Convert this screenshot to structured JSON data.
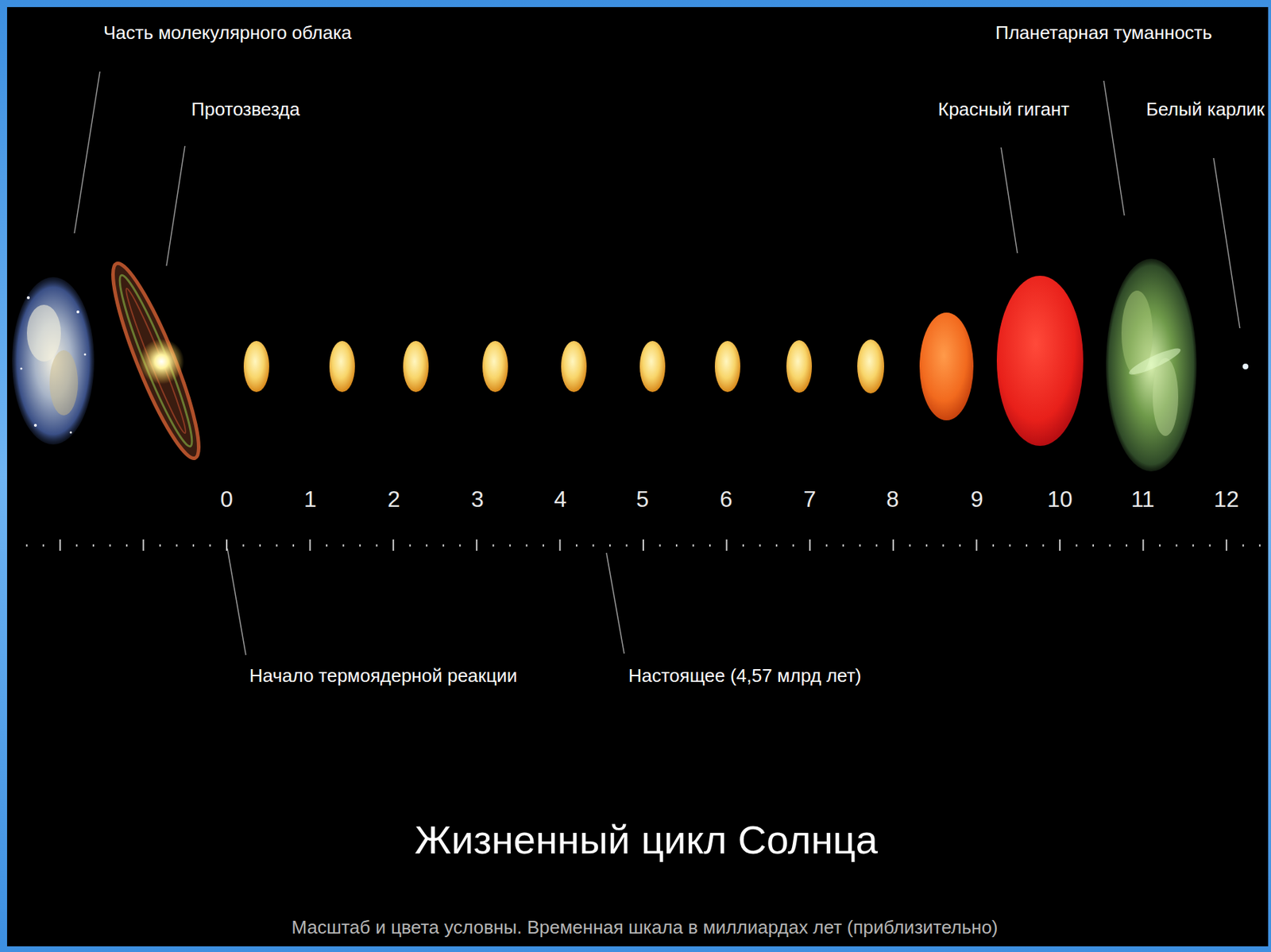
{
  "diagram": {
    "title": "Жизненный цикл Солнца",
    "caption": "Масштаб и цвета условны. Временная шкала в миллиардах лет (приблизительно)",
    "labels": [
      "Часть молекулярного облака",
      "Протозвезда",
      "Планетарная туманность",
      "Красный гигант",
      "Белый карлик",
      "0",
      "1",
      "2",
      "3",
      "4",
      "5",
      "6",
      "7",
      "8",
      "9",
      "10",
      "11",
      "12",
      "Начало термоядерной реакции",
      "Настоящее (4,57 млрд лет)"
    ]
  }
}
